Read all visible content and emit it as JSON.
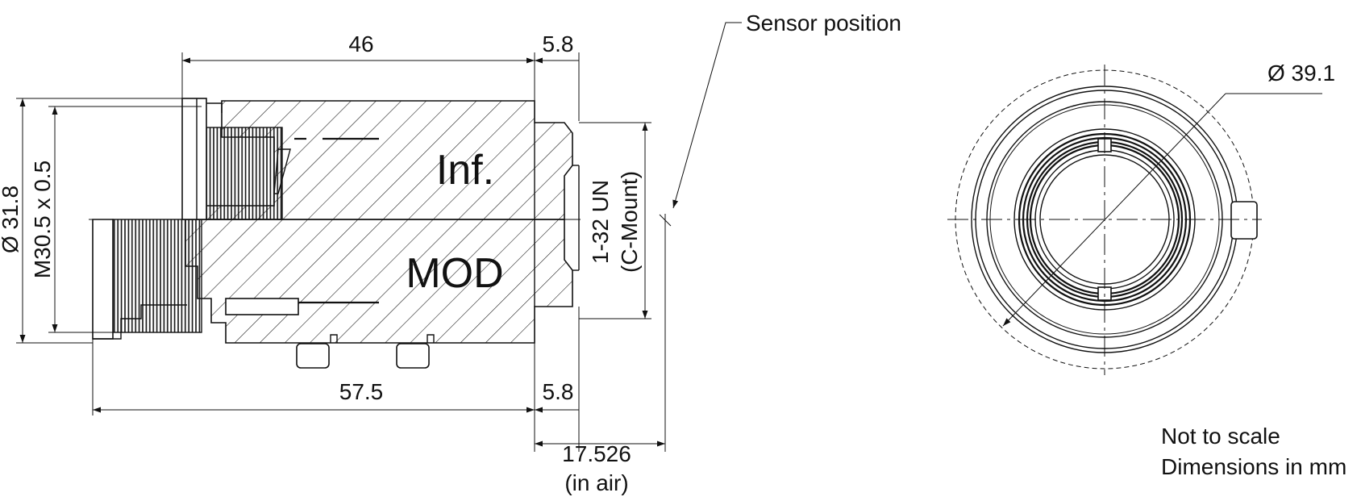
{
  "labels": {
    "top_dim": "46",
    "top_dim_right": "5.8",
    "bottom_dim": "57.5",
    "bottom_dim_right": "5.8",
    "sensor_dist": "17.526",
    "sensor_dist_note": "(in air)",
    "sensor_position": "Sensor position",
    "diameter_left": "Ø 31.8",
    "thread_left": "M30.5 x 0.5",
    "mount_line1": "1-32 UN",
    "mount_line2": "(C-Mount)",
    "focus_inf": "Inf.",
    "focus_mod": "MOD",
    "diameter_front": "Ø 39.1",
    "note_line1": "Not to scale",
    "note_line2": "Dimensions in mm"
  }
}
